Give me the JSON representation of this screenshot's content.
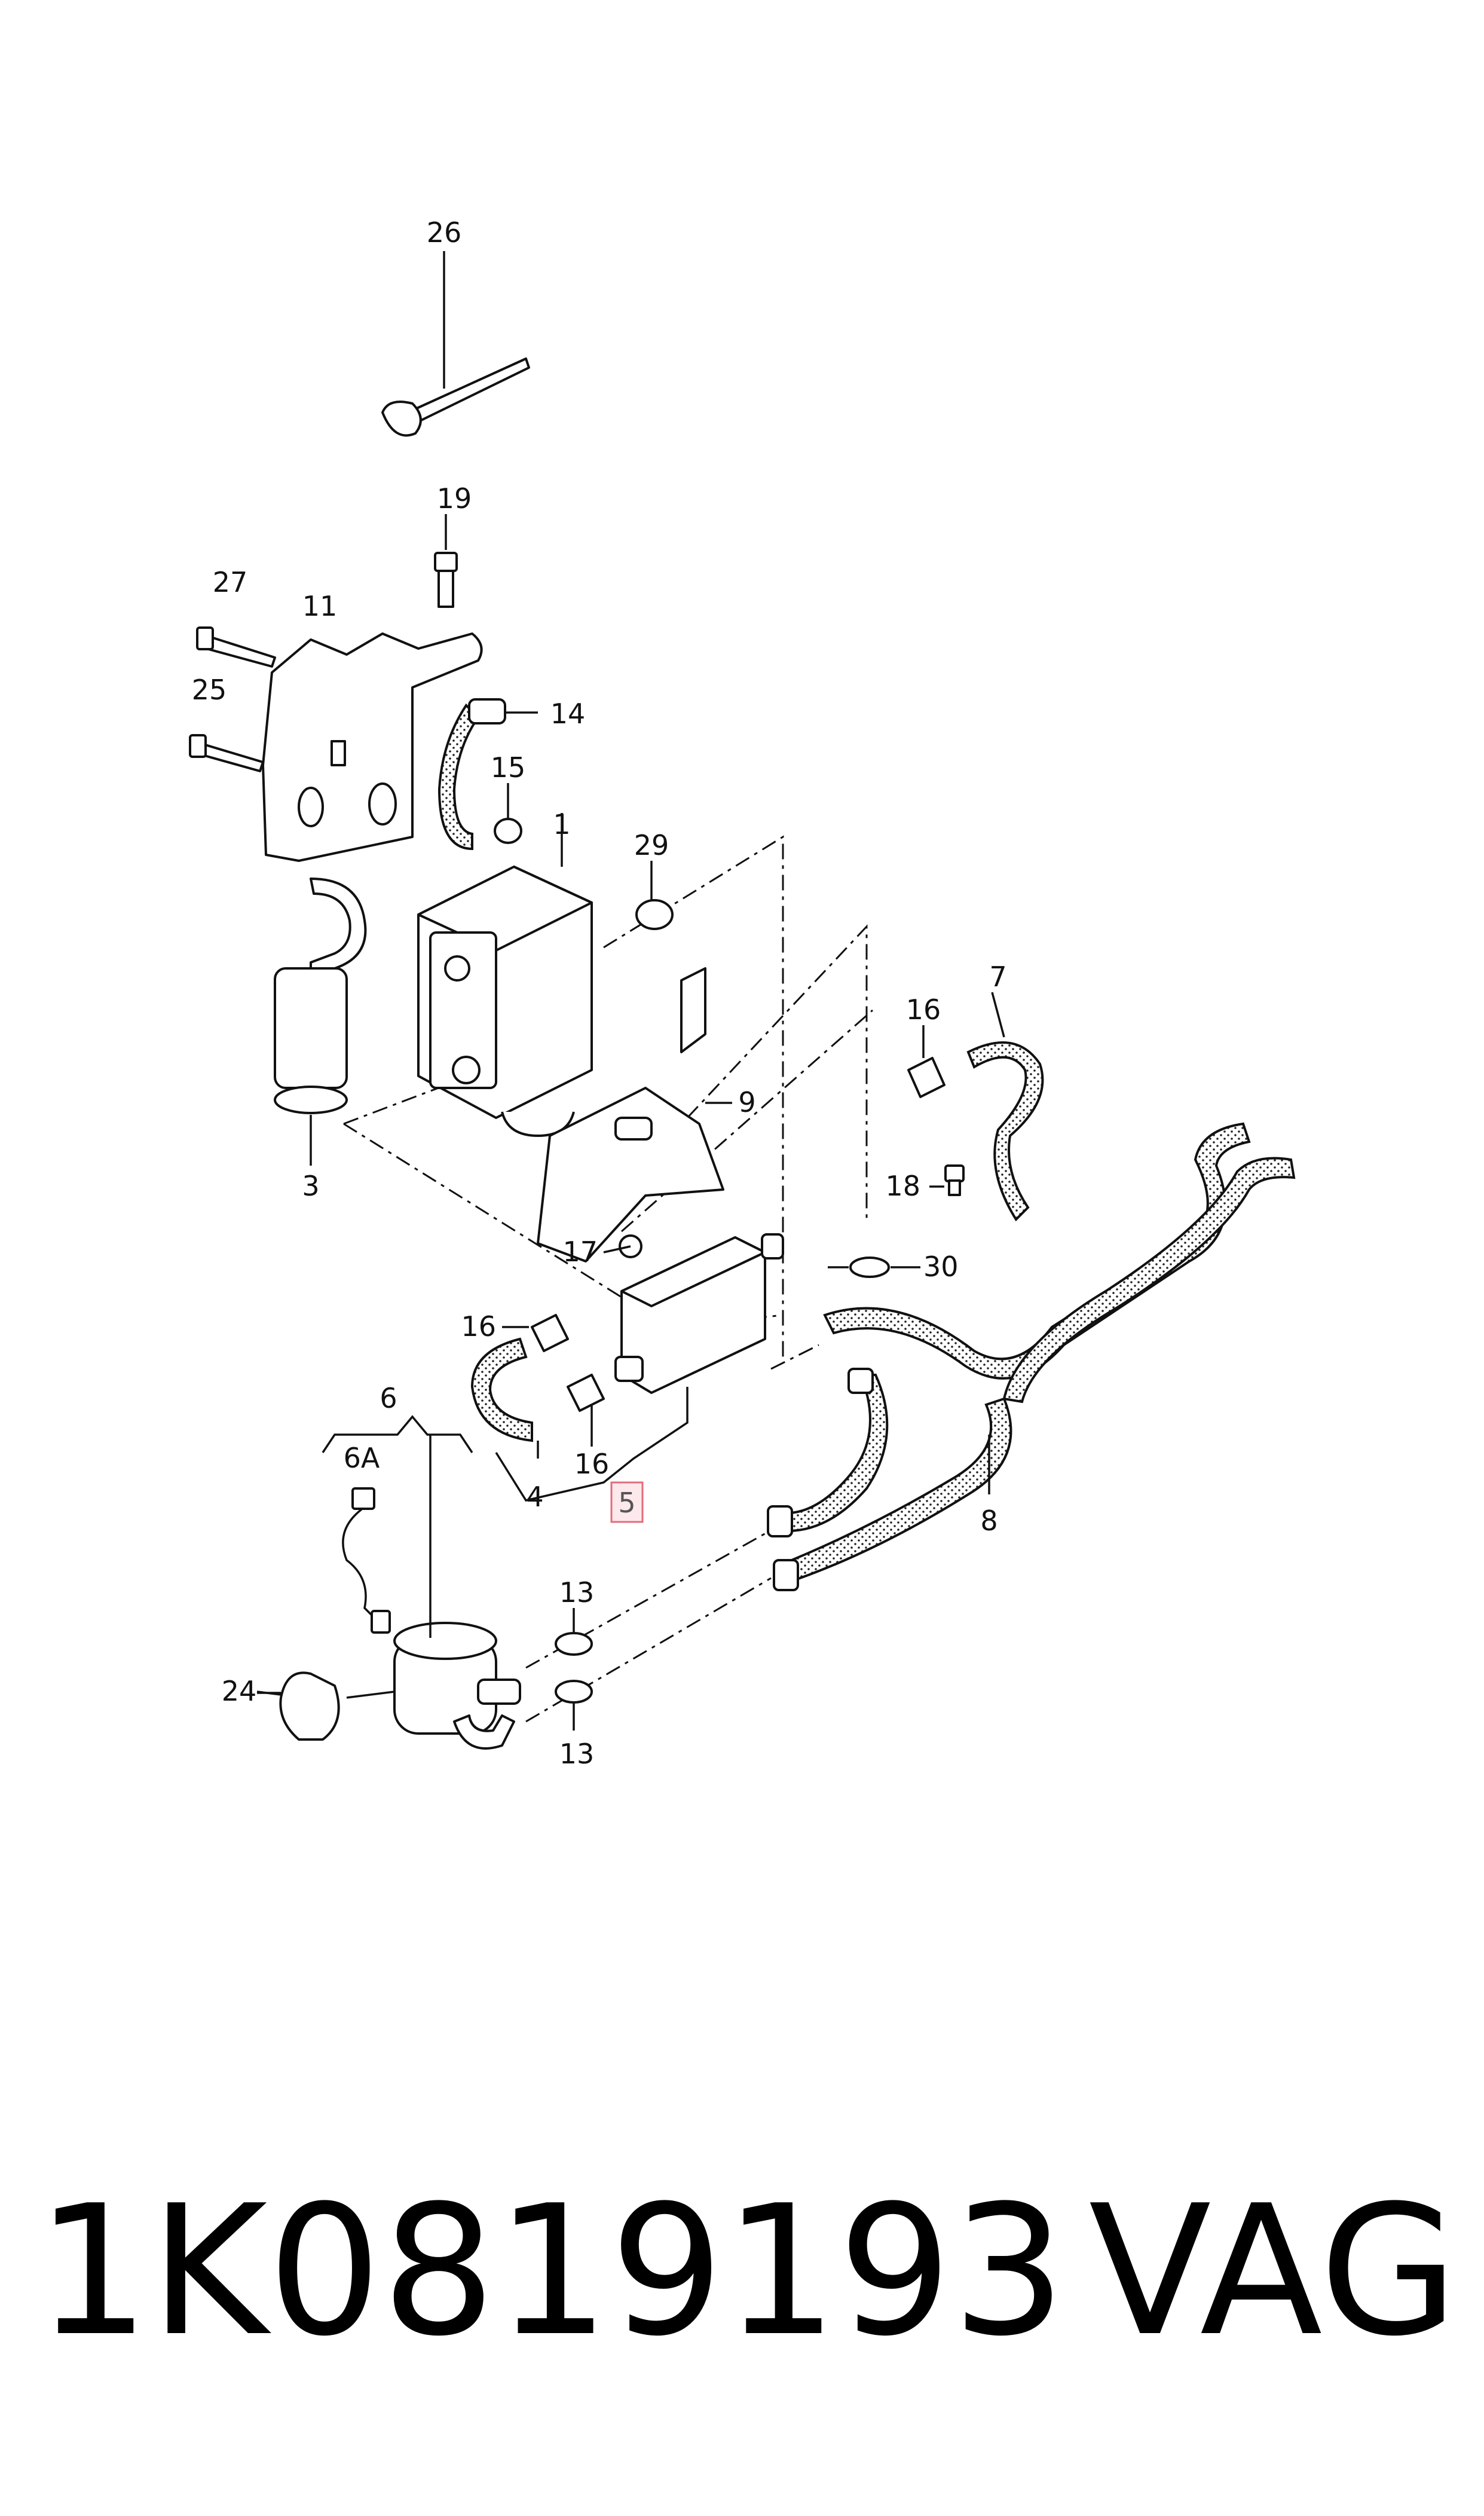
{
  "callouts": {
    "c1": "1",
    "c3": "3",
    "c4": "4",
    "c5": "5",
    "c6": "6",
    "c6a": "6A",
    "c7": "7",
    "c8": "8",
    "c9": "9",
    "c11": "11",
    "c13a": "13",
    "c13b": "13",
    "c14": "14",
    "c15": "15",
    "c16a": "16",
    "c16b": "16",
    "c16c": "16",
    "c17": "17",
    "c18": "18",
    "c19": "19",
    "c24": "24",
    "c25": "25",
    "c26": "26",
    "c27": "27",
    "c29": "29",
    "c30": "30"
  },
  "highlighted_callout": "5",
  "highlight_color": "#e06d7c",
  "footer": {
    "part_number": "1K0819193",
    "brand": "VAG"
  }
}
